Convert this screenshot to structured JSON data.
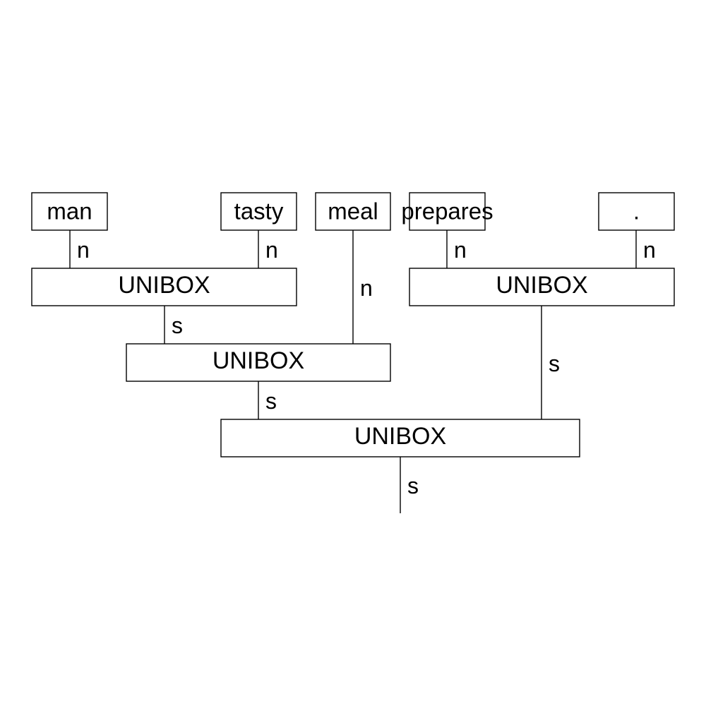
{
  "diagram": {
    "words": [
      {
        "id": "w1",
        "text": "man",
        "out_type": "n"
      },
      {
        "id": "w2",
        "text": "tasty",
        "out_type": "n"
      },
      {
        "id": "w3",
        "text": "meal",
        "out_type": "n"
      },
      {
        "id": "w4",
        "text": "prepares",
        "out_type": "n"
      },
      {
        "id": "w5",
        "text": ".",
        "out_type": "n"
      }
    ],
    "boxes": [
      {
        "id": "b1",
        "text": "UNIBOX",
        "inputs": [
          "w1",
          "w2"
        ],
        "out_type": "s"
      },
      {
        "id": "b2",
        "text": "UNIBOX",
        "inputs": [
          "w4",
          "w5"
        ],
        "out_type": "s"
      },
      {
        "id": "b3",
        "text": "UNIBOX",
        "inputs": [
          "b1",
          "w3"
        ],
        "out_type": "s"
      },
      {
        "id": "b4",
        "text": "UNIBOX",
        "inputs": [
          "b3",
          "b2"
        ],
        "out_type": "s"
      }
    ],
    "output_type": "s"
  }
}
